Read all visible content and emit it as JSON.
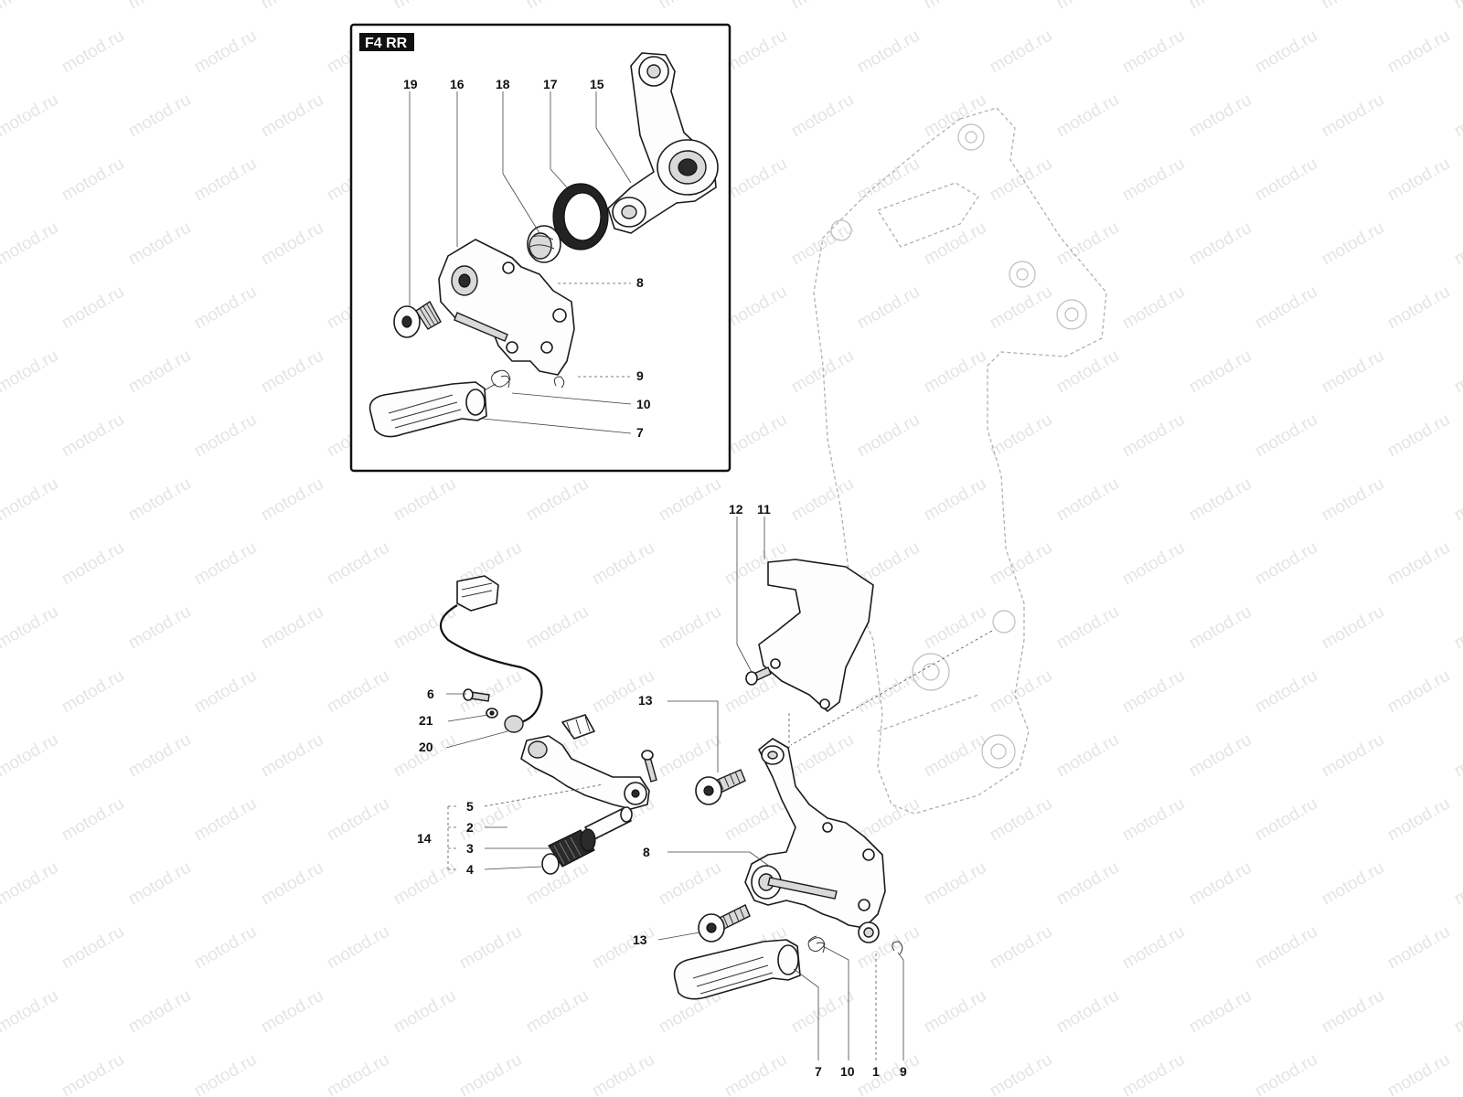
{
  "inset": {
    "tag": "F4 RR"
  },
  "watermark": "motod.ru",
  "callouts": {
    "inset_19": "19",
    "inset_16": "16",
    "inset_18": "18",
    "inset_17": "17",
    "inset_15": "15",
    "inset_8": "8",
    "inset_9": "9",
    "inset_10": "10",
    "inset_7": "7",
    "c12": "12",
    "c11": "11",
    "c6": "6",
    "c21": "21",
    "c20": "20",
    "c13_top": "13",
    "c5": "5",
    "c2": "2",
    "c14": "14",
    "c3": "3",
    "c4": "4",
    "c8": "8",
    "c13_bottom": "13",
    "c7": "7",
    "c10": "10",
    "c1": "1",
    "c9": "9"
  }
}
